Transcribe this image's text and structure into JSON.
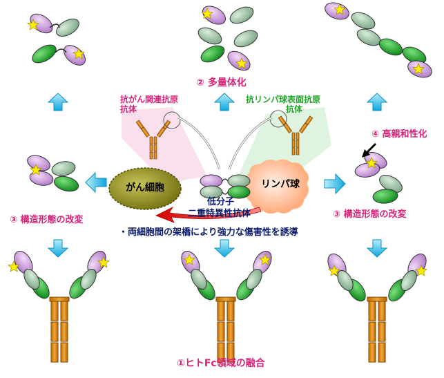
{
  "labels": {
    "multimer": "② 多量体化",
    "affinity": "④ 高親和性化",
    "conf_left": "③ 構造形態の改変",
    "conf_right": "③ 構造形態の改変",
    "fc_fusion": "①ヒトFc領域の融合",
    "anti_cancer_1": "抗がん関連抗原",
    "anti_cancer_2": "抗体",
    "anti_lymph_1": "抗リンパ球表面抗原",
    "anti_lymph_2": "抗体",
    "cancer_cell": "がん細胞",
    "lymphocyte": "リンパ球",
    "lmw_1": "低分子",
    "lmw_2": "二重特異性抗体",
    "bridging": "・両細胞間の架橋により強力な傷害性を誘導"
  },
  "colors": {
    "magenta_text": "#d6247a",
    "green_text": "#1ea526",
    "navy_text": "#0a1a6b",
    "arrow_cyan": "#12b8ea",
    "pink_domain": "#c58ed8",
    "green_domain": "#16b02a",
    "gray_green_domain": "#8fbf98",
    "fc_orange": "#e8900f",
    "star": "#ffee00",
    "cancer_cell": "#9a961a",
    "lymphocyte": "#ffb98a"
  }
}
